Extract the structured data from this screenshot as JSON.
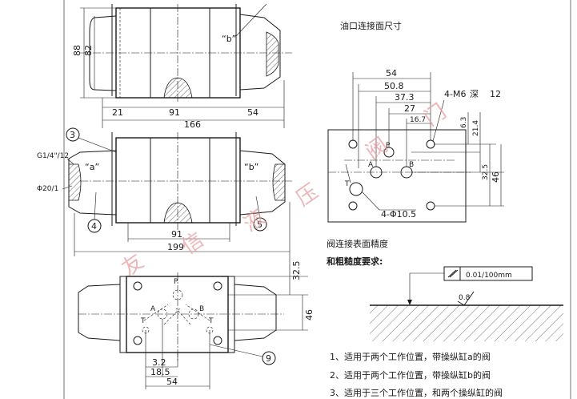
{
  "watermark": [
    "友",
    "信",
    "液",
    "压",
    "阀",
    "门"
  ],
  "top_view": {
    "dims": {
      "h1": "88",
      "h2": "82",
      "w1": "21",
      "w2": "91",
      "w3": "54",
      "total": "166"
    },
    "port_b_label": "“b”"
  },
  "front_view": {
    "callouts": {
      "c3": "3",
      "c4": "4",
      "c5": "5"
    },
    "port_a_label": "“a”",
    "port_b_label": "“b”",
    "thread_1": "G1/4\"/12",
    "thread_2": "Φ20/1",
    "dims": {
      "w1": "91",
      "total": "199"
    }
  },
  "bottom_view": {
    "dims": {
      "v1": "32.5",
      "v2": "46",
      "h1": "3.2",
      "h2": "18.5",
      "h3": "54"
    },
    "ports": {
      "p": "P",
      "a": "A",
      "b": "B",
      "t1": "T",
      "t2": "T"
    },
    "callout": "9"
  },
  "interface": {
    "title": "油口连接面尺寸",
    "dims": {
      "d54": "54",
      "d508": "50.8",
      "d373": "37.3",
      "d27": "27",
      "d167": "16.7",
      "d63": "6.3",
      "d214": "21.4",
      "d325": "32.5",
      "d46": "46"
    },
    "bolt_label": "4-M6",
    "depth_label": "深",
    "depth_value": "12",
    "hole_label": "4-Φ10.5",
    "ports": {
      "p": "P",
      "a": "A",
      "b": "B",
      "t": "T"
    }
  },
  "finish": {
    "title_1": "阀连接表面精度",
    "title_2": "和粗糙度要求:",
    "flatness": "0.01/100mm",
    "roughness": "0.8"
  },
  "notes": [
    "1、适用于两个工作位置，带操纵缸a的阀",
    "2、适用于两个工作位置，带操纵缸b的阀",
    "3、适用于三个工作位置，和两个操纵缸的阀"
  ]
}
